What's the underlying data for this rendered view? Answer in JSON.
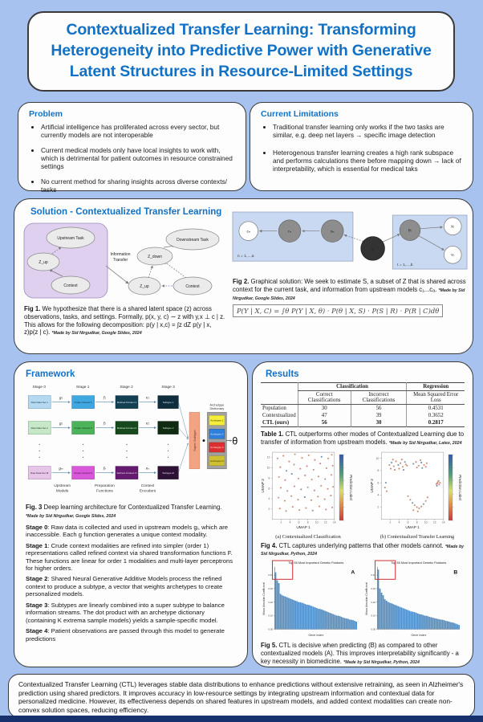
{
  "page": {
    "title": "Contextualized Transfer Learning: Transforming Heterogeneity into Predictive Power with Generative Latent Structures in Resource-Limited Settings"
  },
  "problem": {
    "heading": "Problem",
    "bullets": [
      "Artificial intelligence has proliferated across every sector, but currently models are not interoperable",
      "Current medical models only have local insights to work with, which is detrimental for patient outcomes in resource constrained settings",
      "No current method for sharing insights across diverse contexts/ tasks"
    ]
  },
  "limitations": {
    "heading": "Current Limitations",
    "bullets": [
      "Traditional transfer learning only works if the two tasks are similar, e.g. deep net layers → specific image detection",
      "Heterogenous transfer learning creates a high rank subspace and performs calculations there before mapping down → lack of interpretability, which is essential for medical taks"
    ]
  },
  "solution": {
    "heading": "Solution - Contextualized Transfer Learning",
    "fig1": {
      "nodes": {
        "upstream": "Upstream Task",
        "z_up_left": "Z_up",
        "context_left": "Context",
        "downstream": "Downstream Task",
        "z_down": "Z_down",
        "z_up_right": "Z_up",
        "context_right": "Context"
      },
      "transfer_l1": "Information",
      "transfer_l2": "Transfer",
      "caption_bold": "Fig 1.",
      "caption": "We hypothesize that there is a shared latent space (z) across observations, tasks, and settings. Formally, p(x, y, c) ∼ z with y,x ⊥ c | z. This allows for the following decomposition: p(y | x,c) = ∫z dZ p(y | x, z)p(z | c).",
      "attribution": "*Made by Sid Nirgudkar, Google Slides, 2024"
    },
    "fig2": {
      "nodes": {
        "c": "cₙ",
        "r": "rₙ",
        "s": "sₙ",
        "S": "S",
        "theta": "θₜ",
        "X": "Xₜ",
        "Y": "Yₜ"
      },
      "plate_left": "n = 1,...,a",
      "plate_right": "t = 1,...,b",
      "caption_bold": "Fig 2.",
      "caption": "Graphical solution: We seek to estimate S, a subset of Z that is shared across context for the current task, and information from upstream models c₁...cₐ.",
      "attribution": "*Made by Sid Nirgudkar, Google Slides, 2024",
      "formula": "P(Y | X, C) = ∫θ P(Y | X, θ) · P(θ | X, S) · P(S | R) · P(R | C)dθ"
    }
  },
  "framework": {
    "heading": "Framework",
    "diagram": {
      "stages": [
        "Stage 0",
        "Stage 1",
        "Stage 2",
        "Stage 3"
      ],
      "rows": [
        {
          "raw": "Raw Data Set 1",
          "g": "g₁",
          "crude": "Crude Context 1",
          "f": "f₁",
          "refined": "Refined Context 1",
          "e": "e₁",
          "subtype": "Subtype 1"
        },
        {
          "raw": "Raw Data Set 2",
          "g": "g₂",
          "crude": "Crude Context 2",
          "f": "f₂",
          "refined": "Refined Context 2",
          "e": "e₂",
          "subtype": "Subtype 2"
        },
        {
          "raw": "Raw Data Set M",
          "g": "gₘ",
          "crude": "Crude Context N",
          "f": "fₙ",
          "refined": "Refined Context N",
          "e": "eₙ",
          "subtype": "Subtype M"
        }
      ],
      "super_subtype": "Super Subtype",
      "dict_label_l1": "Archetype",
      "dict_label_l2": "Dictionary",
      "archetypes": [
        "Archetype 1",
        "Archetype 2",
        "Archetype 3",
        "Archetype N"
      ],
      "theta": "θ",
      "bottom_labels": [
        {
          "l1": "Upstream",
          "l2": "Models"
        },
        {
          "l1": "Preparation",
          "l2": "Functions"
        },
        {
          "l1": "Context",
          "l2": "Encoders"
        }
      ]
    },
    "fig3_caption_bold": "Fig. 3",
    "fig3_caption": "Deep learning architecture for Contextualized Transfer Learning.",
    "fig3_attribution": "*Made by Sid Nirgudkar, Google Slides, 2024",
    "stages": [
      {
        "label": "Stage 0",
        "text": ": Raw data is collected and used in upstream models gᵢ, which are inaccessible. Each g function generates a unique context modality."
      },
      {
        "label": "Stage 1",
        "text": ": Crude context modalities are refined into simpler (order 1) representations called refined context via shared transformation functions F. These functions are linear for order 1 modalities and multi-layer perceptrons for higher orders."
      },
      {
        "label": "Stage 2",
        "text": ": Shared Neural Generative Additive Models process the refined context to produce a subtype, a vector that weights archetypes to create personalized models."
      },
      {
        "label": "Stage 3",
        "text": ": Subtypes are linearly combined into a super subtype to balance information streams. The dot product with an archetype dictionary (containing K extrema sample models) yields a sample-specific model."
      },
      {
        "label": "Stage 4",
        "text": ": Patient observations are passed through this model to generate predictions"
      }
    ]
  },
  "results": {
    "heading": "Results",
    "table": {
      "group_classification": "Classification",
      "group_regression": "Regression",
      "col_correct": "Correct Classifications",
      "col_incorrect": "Incorrect Classifications",
      "col_mse": "Mean Squared Error Loss",
      "rows": [
        {
          "name": "Population",
          "correct": "30",
          "incorrect": "56",
          "mse": "0.4531"
        },
        {
          "name": "Contextualized",
          "correct": "47",
          "incorrect": "39",
          "mse": "0.3652"
        },
        {
          "name": "CTL (ours)",
          "correct": "56",
          "incorrect": "30",
          "mse": "0.2817"
        }
      ]
    },
    "table1_caption_bold": "Table 1.",
    "table1_caption": "CTL outperforms other modes of Contextualized Learning due to transfer of information from upstream models.",
    "table1_attribution": "*Made by Sid Nirgudkar, Latex, 2024",
    "fig4": {
      "subcaption_a": "(a) Contextualized Classification",
      "subcaption_b": "(b) Contextualized Transfer Learning"
    },
    "fig4_caption_bold": "Fig 4.",
    "fig4_caption": "CTL captures underlying patterns that other models cannot.",
    "fig4_attribution": "*Made by Sid Nirgudkar, Python, 2024",
    "fig5_caption_bold": "Fig 5.",
    "fig5_caption": "CTL is decisive when predicting (B) as compared to other contextualized models (A). This improves interpretability significantly - a key necessity in biomedicine.",
    "fig5_attribution": "*Made by Sid Nirgudkar, Python, 2024"
  },
  "conclusion": {
    "text": "Contextualized Transfer Learning (CTL) leverages stable data distributions to enhance predictions without extensive retraining, as seen in Alzheimer's prediction using shared predictors. It improves accuracy in low-resource settings by integrating upstream information and contextual data for personalized medicine. However, its effectiveness depends on shared features in upstream models, and added context modalities can create non-convex solution spaces, reducing efficiency."
  },
  "chart_data": [
    {
      "id": "fig4a",
      "type": "scatter",
      "xlabel": "UMAP 1",
      "ylabel": "UMAP 2",
      "xlim": [
        0,
        14
      ],
      "ylim": [
        0,
        13
      ],
      "xticks": [
        2,
        4,
        6,
        8,
        10,
        12,
        14
      ],
      "yticks": [
        2,
        4,
        6,
        8,
        10,
        12
      ],
      "colorbar_label": "Prediction Label",
      "points": [
        [
          1.2,
          11.8,
          0.9
        ],
        [
          2.5,
          12.3,
          0.85
        ],
        [
          3.8,
          11.2,
          0.95
        ],
        [
          5.1,
          12.6,
          0.8
        ],
        [
          6.7,
          11.9,
          0.9
        ],
        [
          8.2,
          12.4,
          0.85
        ],
        [
          9.6,
          11.5,
          0.9
        ],
        [
          11.1,
          12.1,
          0.15
        ],
        [
          12.6,
          11.8,
          0.9
        ],
        [
          13.4,
          12.5,
          0.85
        ],
        [
          1.8,
          10.1,
          0.9
        ],
        [
          3.2,
          9.4,
          0.2
        ],
        [
          4.9,
          10.6,
          0.85
        ],
        [
          6.3,
          9.8,
          0.9
        ],
        [
          7.8,
          10.3,
          0.95
        ],
        [
          9.3,
          9.6,
          0.85
        ],
        [
          10.8,
          10.8,
          0.9
        ],
        [
          12.2,
          9.9,
          0.85
        ],
        [
          13.6,
          10.4,
          0.9
        ],
        [
          1.5,
          8.2,
          0.85
        ],
        [
          2.9,
          7.6,
          0.9
        ],
        [
          4.4,
          8.8,
          0.15
        ],
        [
          5.9,
          7.9,
          0.85
        ],
        [
          7.4,
          8.5,
          0.9
        ],
        [
          8.9,
          7.7,
          0.85
        ],
        [
          10.4,
          8.3,
          0.9
        ],
        [
          11.9,
          7.8,
          0.25
        ],
        [
          13.3,
          8.6,
          0.85
        ],
        [
          1.9,
          6.1,
          0.9
        ],
        [
          3.4,
          5.5,
          0.85
        ],
        [
          5.0,
          6.4,
          0.9
        ],
        [
          6.5,
          5.8,
          0.2
        ],
        [
          8.0,
          6.2,
          0.85
        ],
        [
          9.5,
          5.6,
          0.9
        ],
        [
          11.0,
          6.5,
          0.85
        ],
        [
          12.5,
          5.9,
          0.9
        ],
        [
          13.7,
          6.3,
          0.85
        ],
        [
          1.4,
          4.2,
          0.85
        ],
        [
          2.8,
          3.6,
          0.9
        ],
        [
          4.3,
          4.5,
          0.85
        ],
        [
          5.8,
          3.8,
          0.9
        ],
        [
          7.3,
          4.3,
          0.1
        ],
        [
          8.8,
          3.7,
          0.85
        ],
        [
          10.3,
          4.4,
          0.9
        ],
        [
          11.8,
          3.9,
          0.85
        ],
        [
          13.2,
          4.6,
          0.9
        ],
        [
          1.7,
          2.1,
          0.9
        ],
        [
          3.1,
          1.6,
          0.85
        ],
        [
          4.6,
          2.4,
          0.9
        ],
        [
          6.1,
          1.8,
          0.85
        ],
        [
          7.6,
          2.2,
          0.9
        ],
        [
          9.1,
          1.7,
          0.2
        ],
        [
          10.6,
          2.5,
          0.85
        ],
        [
          12.1,
          1.9,
          0.9
        ],
        [
          13.5,
          2.3,
          0.85
        ]
      ]
    },
    {
      "id": "fig4b",
      "type": "scatter",
      "xlabel": "UMAP 1",
      "ylabel": "UMAP 2",
      "xlim": [
        0,
        14
      ],
      "ylim": [
        0,
        11
      ],
      "xticks": [
        2,
        4,
        6,
        8,
        10,
        12,
        14
      ],
      "yticks": [
        2,
        4,
        6,
        8,
        10
      ],
      "colorbar_label": "Prediction Label",
      "points": [
        [
          1.8,
          8.9,
          0.9
        ],
        [
          2.3,
          9.3,
          0.2
        ],
        [
          2.8,
          8.7,
          0.85
        ],
        [
          3.3,
          9.5,
          0.9
        ],
        [
          3.8,
          8.9,
          0.15
        ],
        [
          4.3,
          9.2,
          0.9
        ],
        [
          4.8,
          8.6,
          0.85
        ],
        [
          5.3,
          9.4,
          0.2
        ],
        [
          2.1,
          8.3,
          0.9
        ],
        [
          3.0,
          8.1,
          0.85
        ],
        [
          4.0,
          8.3,
          0.9
        ],
        [
          5.0,
          8.1,
          0.15
        ],
        [
          5.8,
          8.8,
          0.9
        ],
        [
          2.6,
          9.8,
          0.85
        ],
        [
          4.6,
          9.8,
          0.9
        ],
        [
          5.5,
          9.0,
          0.85
        ],
        [
          7.2,
          9.1,
          0.2
        ],
        [
          7.8,
          9.4,
          0.9
        ],
        [
          8.4,
          8.8,
          0.85
        ],
        [
          9.0,
          9.3,
          0.15
        ],
        [
          9.6,
          8.9,
          0.9
        ],
        [
          10.2,
          9.2,
          0.85
        ],
        [
          8.0,
          8.5,
          0.9
        ],
        [
          9.2,
          8.4,
          0.2
        ],
        [
          10.0,
          8.6,
          0.9
        ],
        [
          8.8,
          9.7,
          0.85
        ],
        [
          12.4,
          5.8,
          0.9
        ],
        [
          12.7,
          6.1,
          0.85
        ],
        [
          13.0,
          5.7,
          0.9
        ],
        [
          12.5,
          5.5,
          0.15
        ],
        [
          12.9,
          6.3,
          0.9
        ],
        [
          13.2,
          6.0,
          0.85
        ],
        [
          12.6,
          5.9,
          0.9
        ],
        [
          6.0,
          3.8,
          0.85
        ],
        [
          6.5,
          3.2,
          0.9
        ],
        [
          7.0,
          2.7,
          0.2
        ],
        [
          7.5,
          2.3,
          0.85
        ],
        [
          8.0,
          2.0,
          0.9
        ],
        [
          8.5,
          1.8,
          0.85
        ],
        [
          9.0,
          2.1,
          0.9
        ],
        [
          9.5,
          2.5,
          0.15
        ],
        [
          10.0,
          3.0,
          0.85
        ],
        [
          10.4,
          3.6,
          0.9
        ],
        [
          7.2,
          1.5,
          0.85
        ],
        [
          8.2,
          1.3,
          0.9
        ],
        [
          0.8,
          5.2,
          0.9
        ],
        [
          1.2,
          4.6,
          0.85
        ],
        [
          1.0,
          6.0,
          0.2
        ]
      ]
    },
    {
      "id": "fig5a",
      "type": "bar",
      "title": "Top 50 Most Important Genetic Features",
      "xlabel": "Gene Index",
      "ylabel": "Mean Absolute Coefficient",
      "ylim": [
        0,
        0.45
      ],
      "yticks": [
        0,
        0.1,
        0.2,
        0.3,
        0.4
      ],
      "panel_label": "A",
      "values": [
        0.42,
        0.36,
        0.34,
        0.26,
        0.25,
        0.245,
        0.24,
        0.235,
        0.23,
        0.225,
        0.22,
        0.215,
        0.21,
        0.205,
        0.2,
        0.198,
        0.195,
        0.19,
        0.185,
        0.18,
        0.178,
        0.175,
        0.17,
        0.165,
        0.16,
        0.155,
        0.15,
        0.148,
        0.145,
        0.14,
        0.135,
        0.13,
        0.125,
        0.12,
        0.115,
        0.11,
        0.105,
        0.1,
        0.098,
        0.095,
        0.09,
        0.085,
        0.08,
        0.078,
        0.075,
        0.07,
        0.068,
        0.065,
        0.06,
        0.055
      ]
    },
    {
      "id": "fig5b",
      "type": "bar",
      "title": "Top 50 Most Important Genetic Features",
      "xlabel": "Gene Index",
      "ylabel": "Mean Absolute Coefficient",
      "ylim": [
        0,
        0.45
      ],
      "yticks": [
        0,
        0.1,
        0.2,
        0.3,
        0.4
      ],
      "panel_label": "B",
      "values": [
        0.44,
        0.3,
        0.27,
        0.25,
        0.22,
        0.21,
        0.2,
        0.195,
        0.19,
        0.185,
        0.18,
        0.175,
        0.17,
        0.165,
        0.16,
        0.155,
        0.15,
        0.145,
        0.14,
        0.135,
        0.13,
        0.128,
        0.125,
        0.12,
        0.115,
        0.11,
        0.108,
        0.105,
        0.1,
        0.098,
        0.095,
        0.09,
        0.088,
        0.085,
        0.08,
        0.078,
        0.075,
        0.072,
        0.07,
        0.068,
        0.065,
        0.06,
        0.058,
        0.055,
        0.05,
        0.048,
        0.045,
        0.04,
        0.035,
        0.03
      ]
    }
  ]
}
